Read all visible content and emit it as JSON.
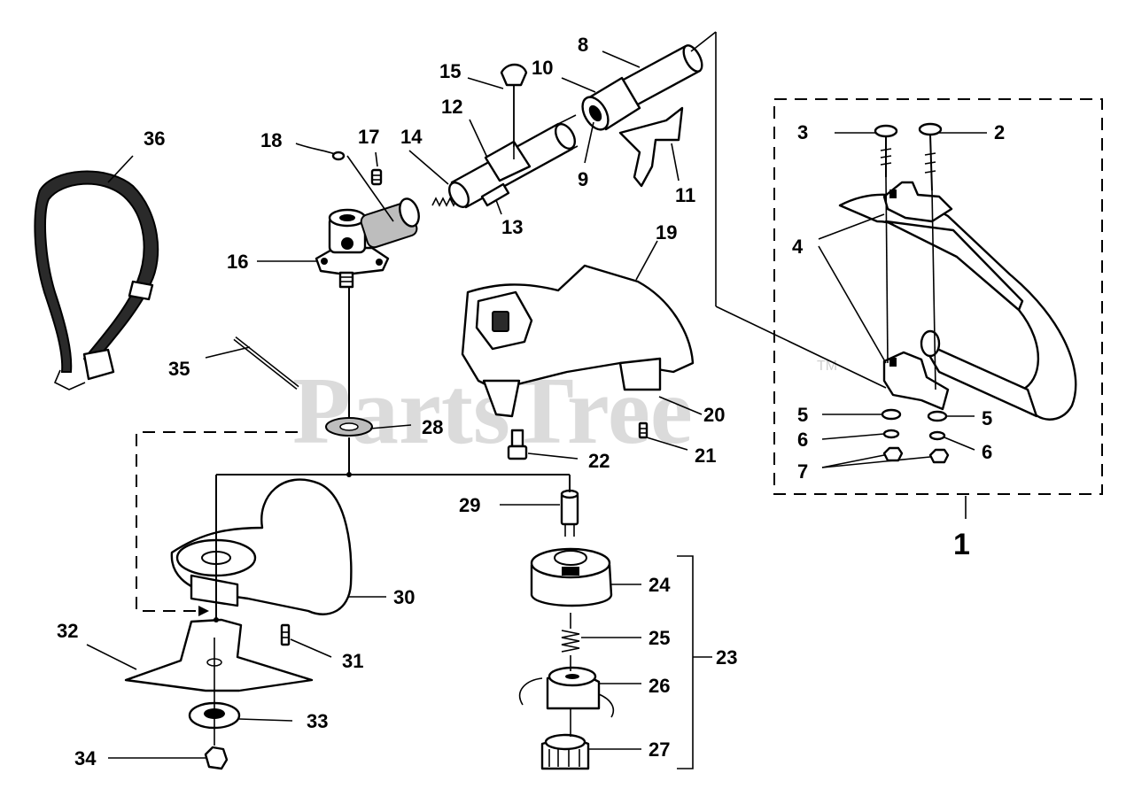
{
  "watermark": {
    "text": "PartsTree",
    "mark": "TM"
  },
  "callouts": {
    "c1": "1",
    "c2": "2",
    "c3": "3",
    "c4": "4",
    "c5a": "5",
    "c5b": "5",
    "c6a": "6",
    "c6b": "6",
    "c7": "7",
    "c8": "8",
    "c9": "9",
    "c10": "10",
    "c11": "11",
    "c12": "12",
    "c13": "13",
    "c14": "14",
    "c15": "15",
    "c16": "16",
    "c17": "17",
    "c18": "18",
    "c19": "19",
    "c20": "20",
    "c21": "21",
    "c22": "22",
    "c23": "23",
    "c24": "24",
    "c25": "25",
    "c26": "26",
    "c27": "27",
    "c28": "28",
    "c29": "29",
    "c30": "30",
    "c31": "31",
    "c32": "32",
    "c33": "33",
    "c34": "34",
    "c35": "35",
    "c36": "36"
  }
}
